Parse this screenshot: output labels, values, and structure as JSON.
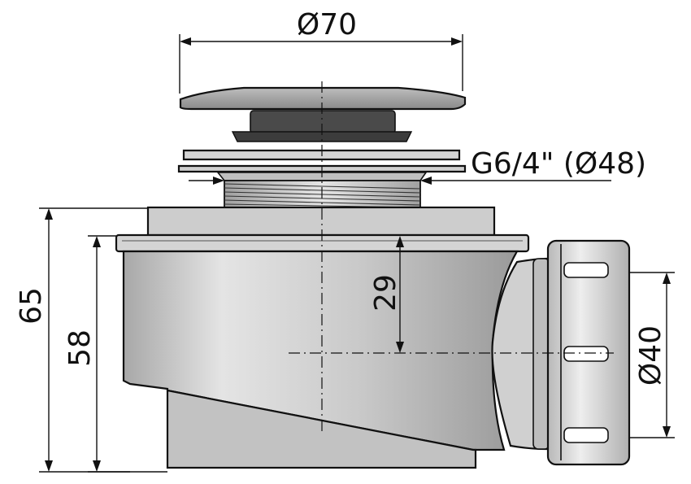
{
  "dimensions": {
    "cap_diameter": "Ø70",
    "thread": "G6/4\" (Ø48)",
    "total_height": "65",
    "body_height": "58",
    "inlet_depth": "29",
    "outlet_diameter": "Ø40"
  },
  "colors": {
    "line": "#111111",
    "cap_fill": "#9c9c9c",
    "seal_fill": "#4a4a4a",
    "flange_fill": "#c8c8c8",
    "body_fill": "#c4c4c4",
    "nut_fill": "#d6d6d6"
  }
}
